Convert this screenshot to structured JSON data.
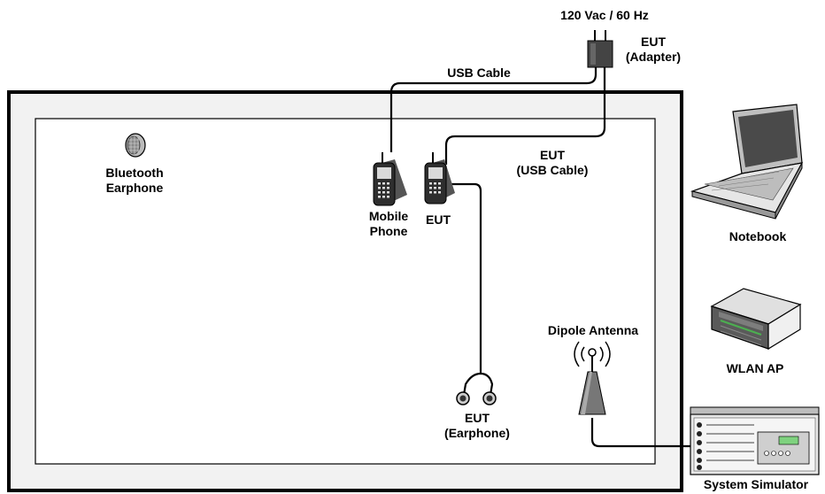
{
  "labels": {
    "power": "120 Vac / 60 Hz",
    "adapter": [
      "EUT",
      "(Adapter)"
    ],
    "usb_cable": "USB Cable",
    "eut_usb_cable": [
      "EUT",
      "(USB Cable)"
    ],
    "bluetooth_earphone": [
      "Bluetooth",
      "Earphone"
    ],
    "mobile_phone": [
      "Mobile",
      "Phone"
    ],
    "eut": "EUT",
    "notebook": "Notebook",
    "wlan_ap": "WLAN AP",
    "dipole_antenna": "Dipole Antenna",
    "eut_earphone": [
      "EUT",
      "(Earphone)"
    ],
    "system_simulator": "System Simulator"
  },
  "colors": {
    "frame_fill": "#f2f2f2",
    "frame_stroke": "#000000",
    "cable": "#000000",
    "device_dark": "#3a3a3a",
    "device_light": "#dcdcdc",
    "ap_accent": "#4caf50"
  },
  "icons": {
    "adapter": "power-adapter-icon",
    "bluetooth_earphone": "bluetooth-earphone-icon",
    "mobile_phone": "mobile-phone-icon",
    "eut_phone": "eut-phone-icon",
    "notebook": "notebook-laptop-icon",
    "wlan_ap": "wlan-router-icon",
    "antenna": "dipole-antenna-icon",
    "earphone": "wired-earphone-icon",
    "simulator": "system-simulator-rack-icon"
  }
}
